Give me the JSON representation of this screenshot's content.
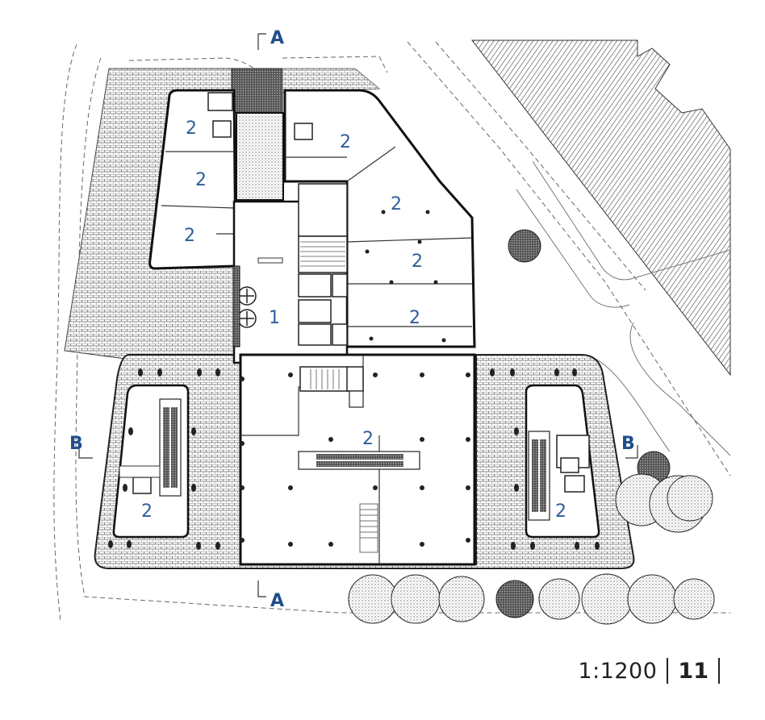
{
  "section_marks": {
    "a_top": "A",
    "a_bottom": "A",
    "b_left": "B",
    "b_right": "B"
  },
  "room_labels": {
    "core": "1",
    "nw_1": "2",
    "nw_2": "2",
    "nw_3": "2",
    "ne_1": "2",
    "ne_2": "2",
    "ne_3": "2",
    "ne_4": "2",
    "central": "2",
    "west_wing": "2",
    "east_wing": "2"
  },
  "footer": {
    "scale": "1:1200",
    "page_number": "11"
  },
  "colors": {
    "label_blue": "#2e5d9a",
    "section_blue": "#1f4e8c",
    "line": "#222222",
    "hatch": "#555555"
  }
}
